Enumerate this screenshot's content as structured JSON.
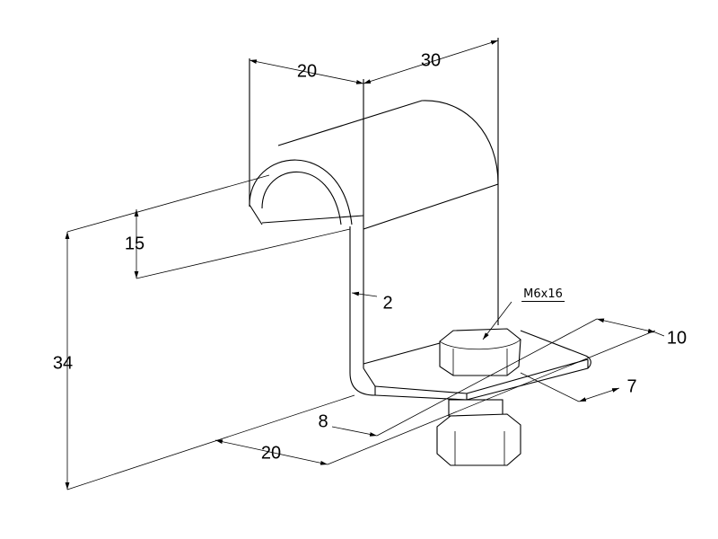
{
  "drawing": {
    "dimensions": {
      "top_depth": "20",
      "top_width": "30",
      "hook_height": "15",
      "overall_height": "34",
      "thickness": "2",
      "slot_length_10": "10",
      "slot_width_7": "7",
      "slot_offset_8": "8",
      "base_depth": "20"
    },
    "callout": "M6x16"
  }
}
